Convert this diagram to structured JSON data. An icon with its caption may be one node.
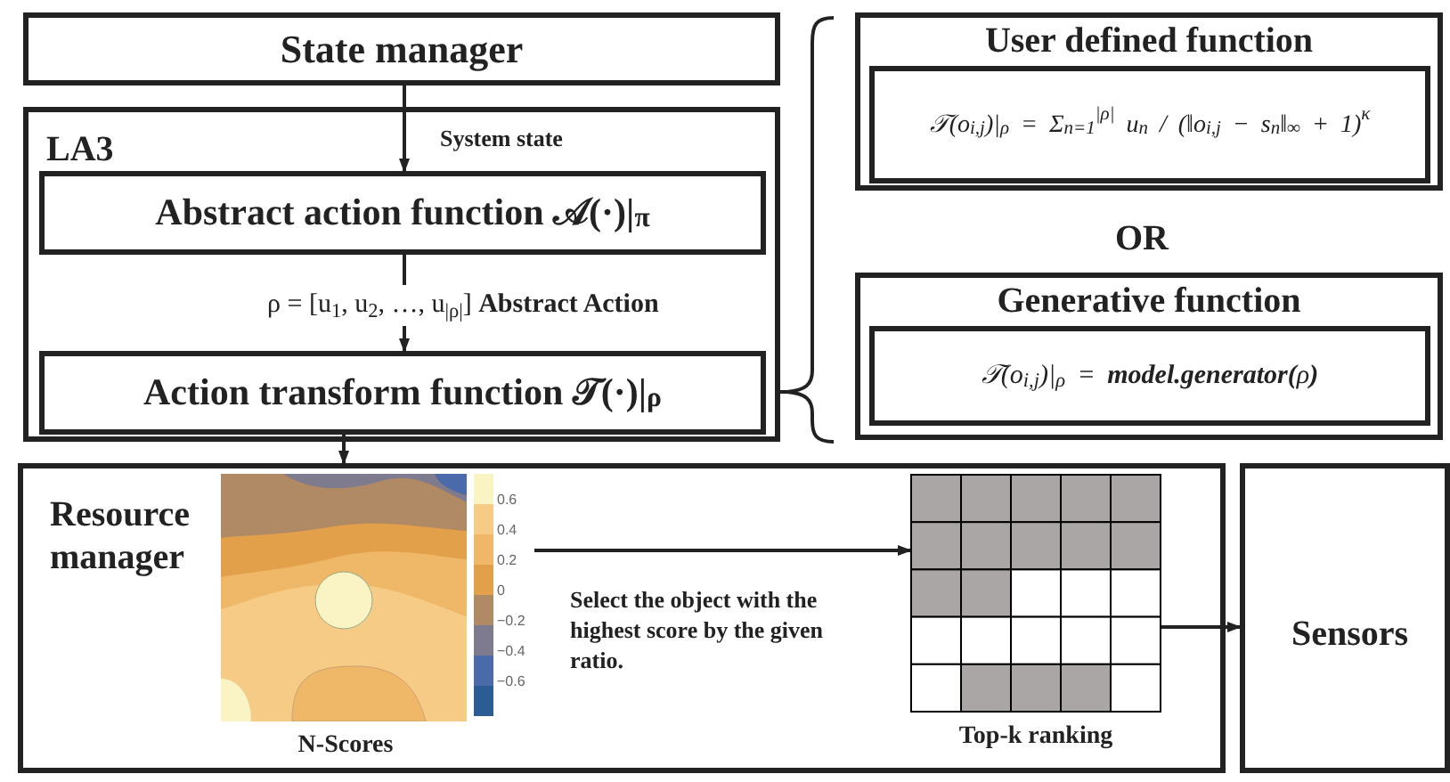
{
  "diagram": {
    "nodes": [
      {
        "text": [
          "State manager"
        ]
      },
      {
        "text": [
          "LA3"
        ]
      },
      {
        "text": [
          "Abstract action function 𝒜(·)|$_{π}$"
        ],
        "in": 1
      },
      {
        "text": [
          "Action transform function 𝒯(·)|$_{ρ}$"
        ],
        "in": 1
      },
      {
        "text": [
          "User defined function"
        ]
      },
      {
        "text": [
          "𝒯(o$_{i,j}$)|$_{ρ}$ = Σ$_{n=1}$$^{|ρ|}$ u$_{n}$ / (‖o$_{i,j}$ − s$_{n}$‖$_{∞}$ + 1)$^{κ}$"
        ],
        "in": 4
      },
      {
        "text": [
          "Generative function"
        ]
      },
      {
        "text": [
          "𝒯(o$_{i,j}$)|$_{ρ}$ = **model.generator(**ρ**)**"
        ],
        "in": 6
      },
      {
        "text": [
          "Resource manager"
        ]
      },
      {
        "text": [],
        "shape": "picture",
        "in": 8,
        "beside": [
          "N-Scores"
        ]
      },
      {
        "text": [],
        "shape": "picture",
        "in": 8,
        "beside": [
          "Top-k ranking"
        ]
      },
      {
        "text": [
          "Sensors"
        ]
      }
    ],
    "edges": [
      {
        "from": 0,
        "to": 2,
        "arrow": "to",
        "label": "System state"
      },
      {
        "from": 2,
        "to": 3,
        "arrow": "to",
        "label": "ρ = [u$_{1}$, u$_{2}$, …, u$_{|ρ|}$] **Abstract Action**"
      },
      {
        "from": 3,
        "to": 8,
        "arrow": "to"
      },
      {
        "from": 9,
        "to": 10,
        "arrow": "to",
        "label": "Select the object with the highest score by the given ratio."
      },
      {
        "from": 10,
        "to": 11,
        "arrow": "to"
      }
    ],
    "labels": [
      "OR",
      "0.6",
      "0.4",
      "0.2",
      "0",
      "−0.2",
      "−0.4",
      "−0.6"
    ]
  }
}
